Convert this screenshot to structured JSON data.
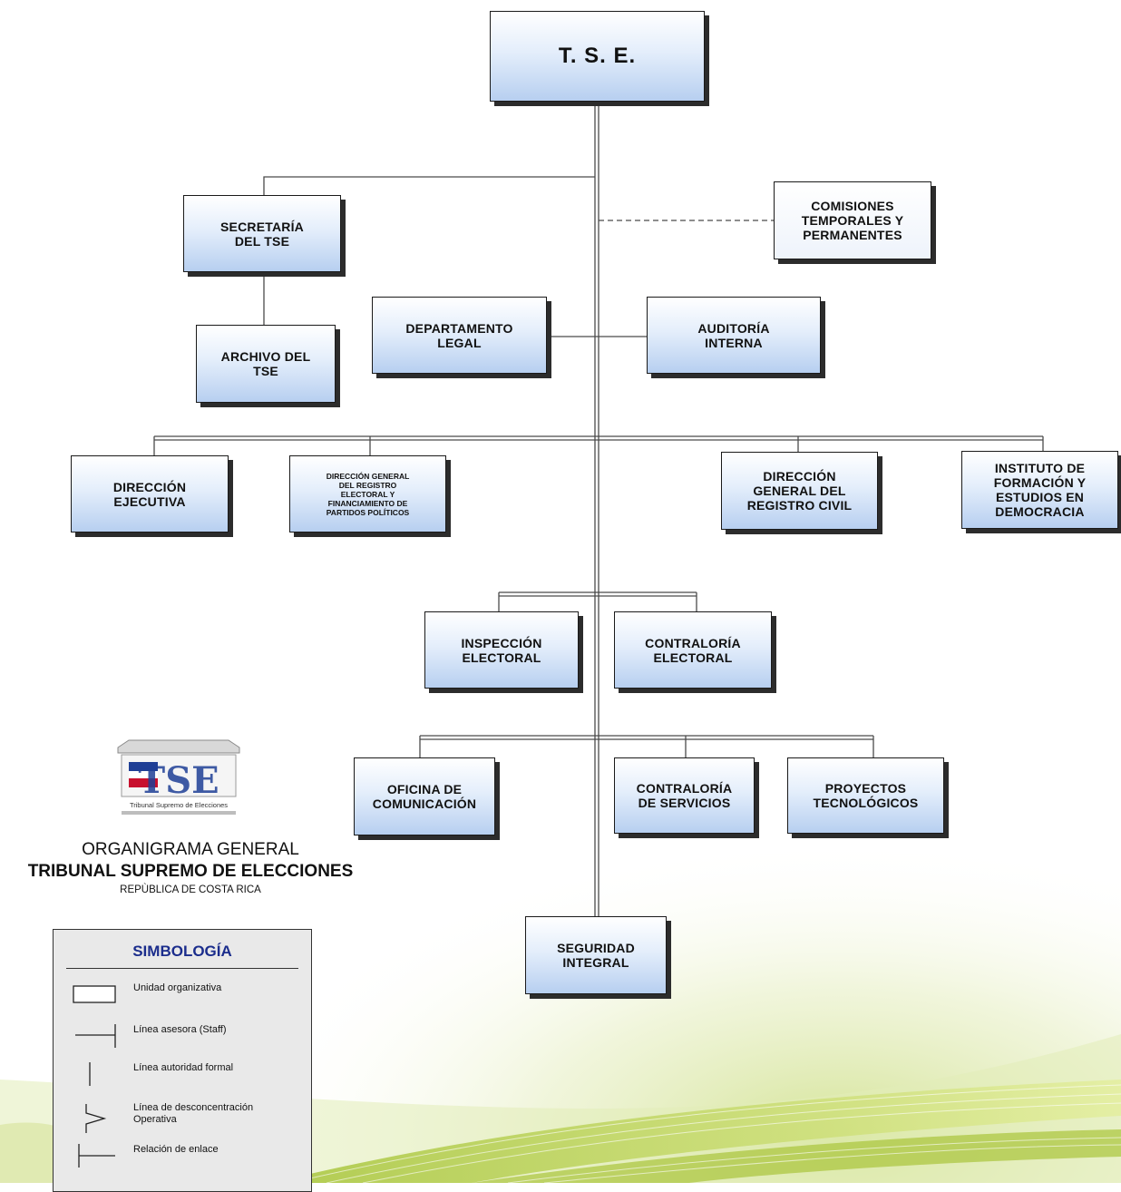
{
  "nodes": {
    "tse": "T. S. E.",
    "secretaria": "SECRETARÍA\nDEL TSE",
    "comisiones": "COMISIONES\nTEMPORALES Y\nPERMANENTES",
    "archivo": "ARCHIVO DEL\nTSE",
    "legal": "DEPARTAMENTO\nLEGAL",
    "auditoria": "AUDITORÍA\nINTERNA",
    "ejecutiva": "DIRECCIÓN\nEJECUTIVA",
    "registro_electoral": "DIRECCIÓN GENERAL\nDEL REGISTRO\nELECTORAL Y\nFINANCIAMIENTO DE\nPARTIDOS POLÍTICOS",
    "registro_civil": "DIRECCIÓN\nGENERAL DEL\nREGISTRO CIVIL",
    "instituto": "INSTITUTO DE\nFORMACIÓN Y\nESTUDIOS EN\nDEMOCRACIA",
    "inspeccion": "INSPECCIÓN\nELECTORAL",
    "contraloria_electoral": "CONTRALORÍA\nELECTORAL",
    "comunicacion": "OFICINA DE\nCOMUNICACIÓN",
    "contraloria_servicios": "CONTRALORÍA\nDE SERVICIOS",
    "proyectos": "PROYECTOS\nTECNOLÓGICOS",
    "seguridad": "SEGURIDAD\nINTEGRAL"
  },
  "logo": {
    "text": "TSE",
    "subtitle": "Tribunal Supremo de Elecciones",
    "colors": [
      "#1f3f96",
      "#c8102e",
      "#ffffff"
    ]
  },
  "caption": {
    "line1": "ORGANIGRAMA GENERAL",
    "line2": "TRIBUNAL SUPREMO DE ELECCIONES",
    "line3": "REPÙBLICA DE COSTA RICA"
  },
  "legend": {
    "title": "SIMBOLOGÍA",
    "items": [
      {
        "icon": "rectangle-symbol",
        "label": "Unidad organizativa"
      },
      {
        "icon": "staff-line-symbol",
        "label": "Línea asesora (Staff)"
      },
      {
        "icon": "vertical-line-symbol",
        "label": "Línea autoridad formal"
      },
      {
        "icon": "zigzag-line-symbol",
        "label": "Línea de desconcentración\nOperativa"
      },
      {
        "icon": "link-line-symbol",
        "label": "Relación de enlace"
      }
    ]
  },
  "colors": {
    "box_fill_top": "#ffffff",
    "box_fill_bottom": "#b7cff0",
    "legend_title": "#1b2d8c",
    "background_accent": "#b5cf3a"
  }
}
